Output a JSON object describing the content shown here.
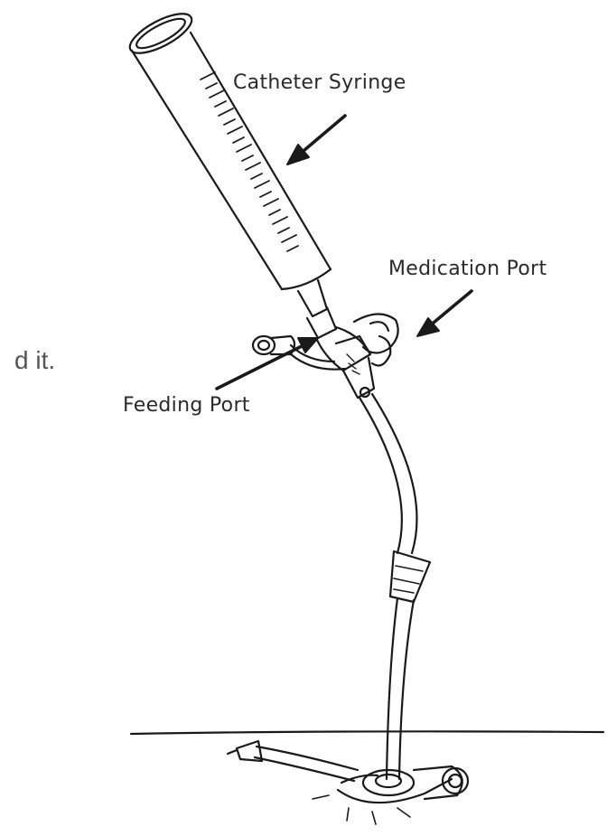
{
  "fragment_text": "d it.",
  "labels": {
    "catheter_syringe": "Catheter Syringe",
    "medication_port": "Medication Port",
    "feeding_port": "Feeding Port"
  },
  "colors": {
    "ink": "#1a1a1a",
    "text": "#2a2a2a",
    "fragment": "#555555"
  }
}
